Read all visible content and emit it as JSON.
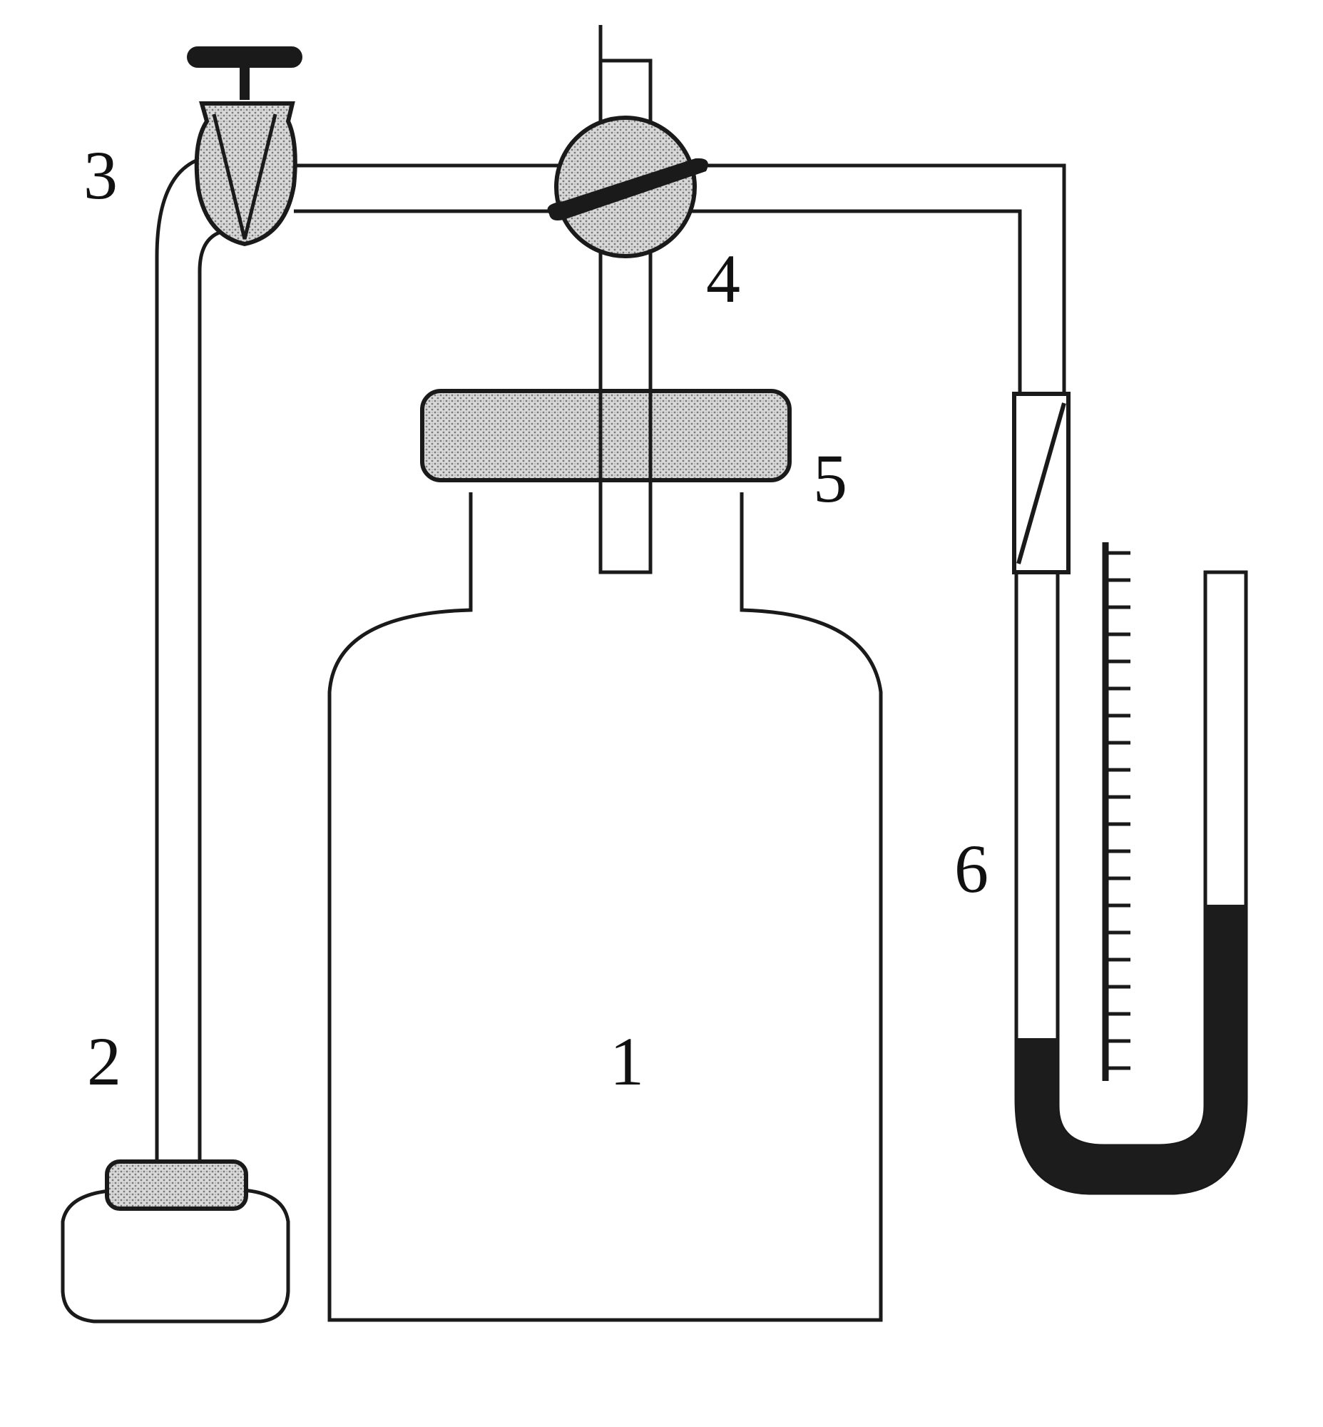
{
  "diagram": {
    "labels": {
      "bottle": "1",
      "small_bottle": "2",
      "pinch_valve": "3",
      "three_way_stopcock": "4",
      "stopper": "5",
      "manometer": "6"
    },
    "colors": {
      "line": "#1a1a1a",
      "stipple_bg": "#d9d9d9",
      "stipple_dot": "#7a7a7a",
      "liquid": "#1c1c1c"
    }
  }
}
